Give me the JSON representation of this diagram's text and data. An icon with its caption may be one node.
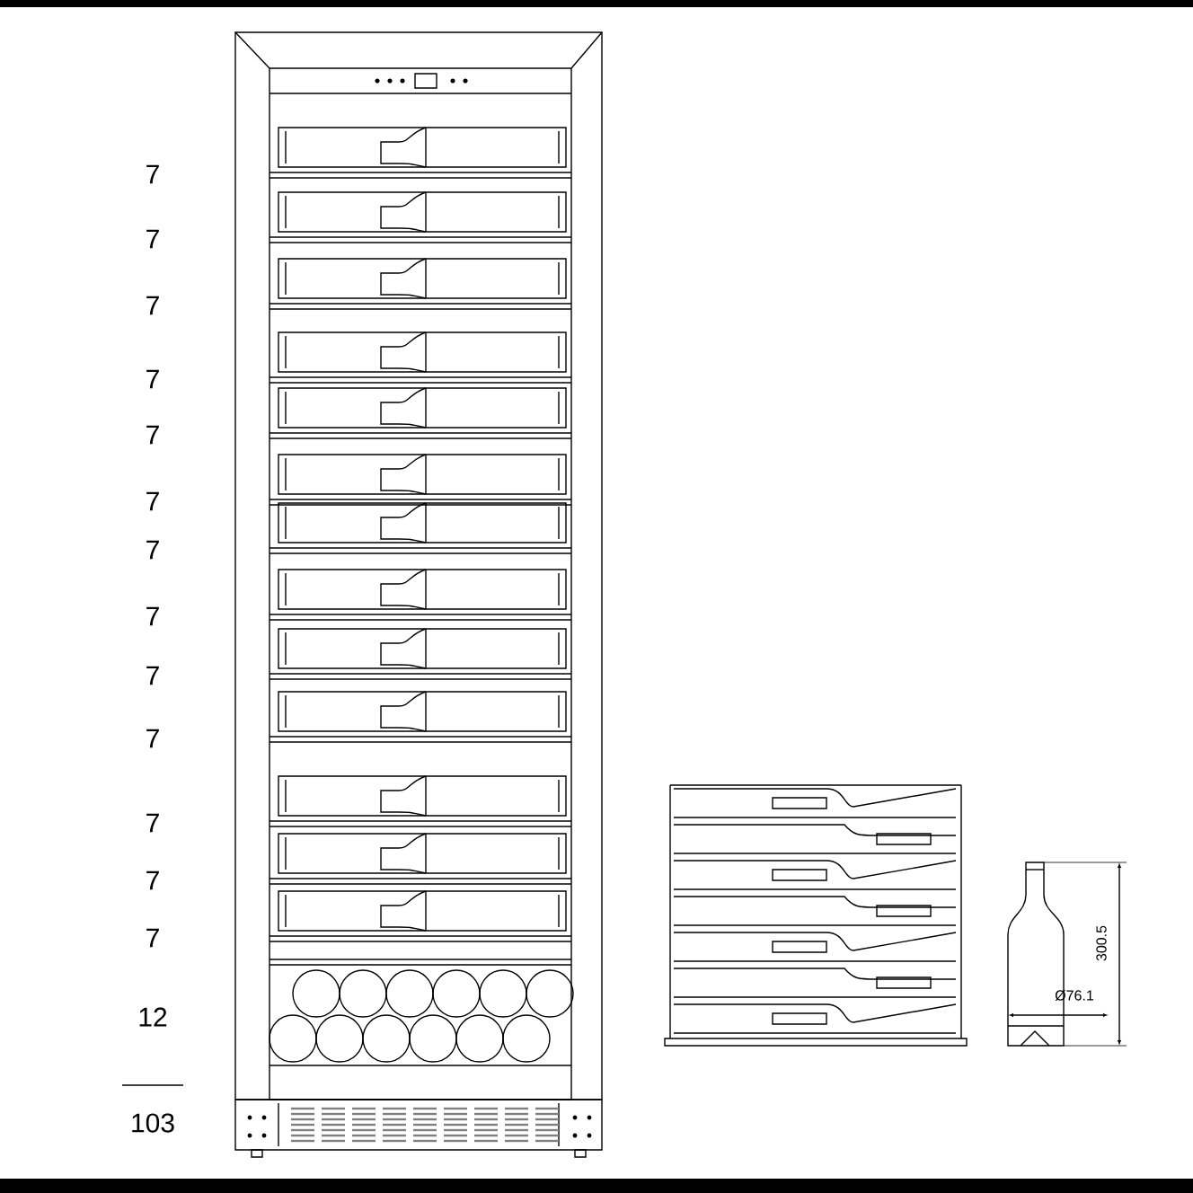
{
  "diagram": {
    "labels": [
      "7",
      "7",
      "7",
      "7",
      "7",
      "7",
      "7",
      "7",
      "7",
      "7",
      "7",
      "7",
      "7",
      "12",
      "103",
      "300.5",
      "Ø76.1"
    ]
  }
}
